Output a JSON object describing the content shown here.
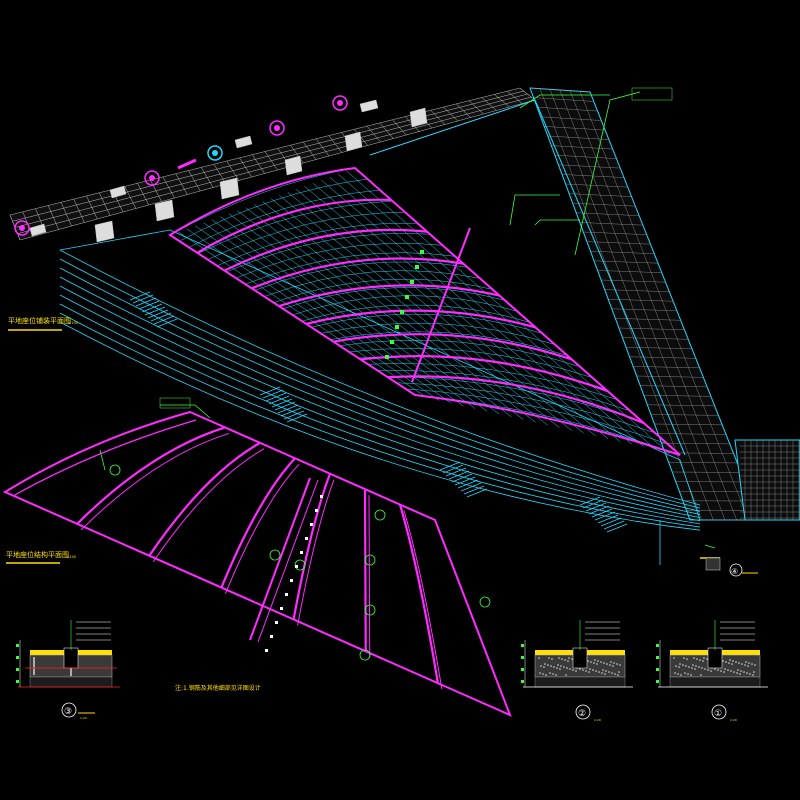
{
  "drawing": {
    "background": "#000000",
    "colors": {
      "paving": "#cfcfcf",
      "magenta": "#ff2bff",
      "cyan": "#22d8ff",
      "green": "#3bff3b",
      "yellow": "#ffe000",
      "red": "#ff2020",
      "white": "#ffffff",
      "gray": "#8a8a8a"
    },
    "titles": {
      "plan_upper": "平地座位铺装平面图",
      "plan_upper_scale": "1:100",
      "plan_lower": "平地座位结构平面图",
      "plan_lower_scale": "1:100"
    },
    "note": "注:1.钢筋及其他细部见详图设计",
    "section_marks": [
      "①",
      "②",
      "③",
      "④"
    ],
    "scale_marks": [
      "1:20",
      "1:20",
      "1:20"
    ]
  }
}
